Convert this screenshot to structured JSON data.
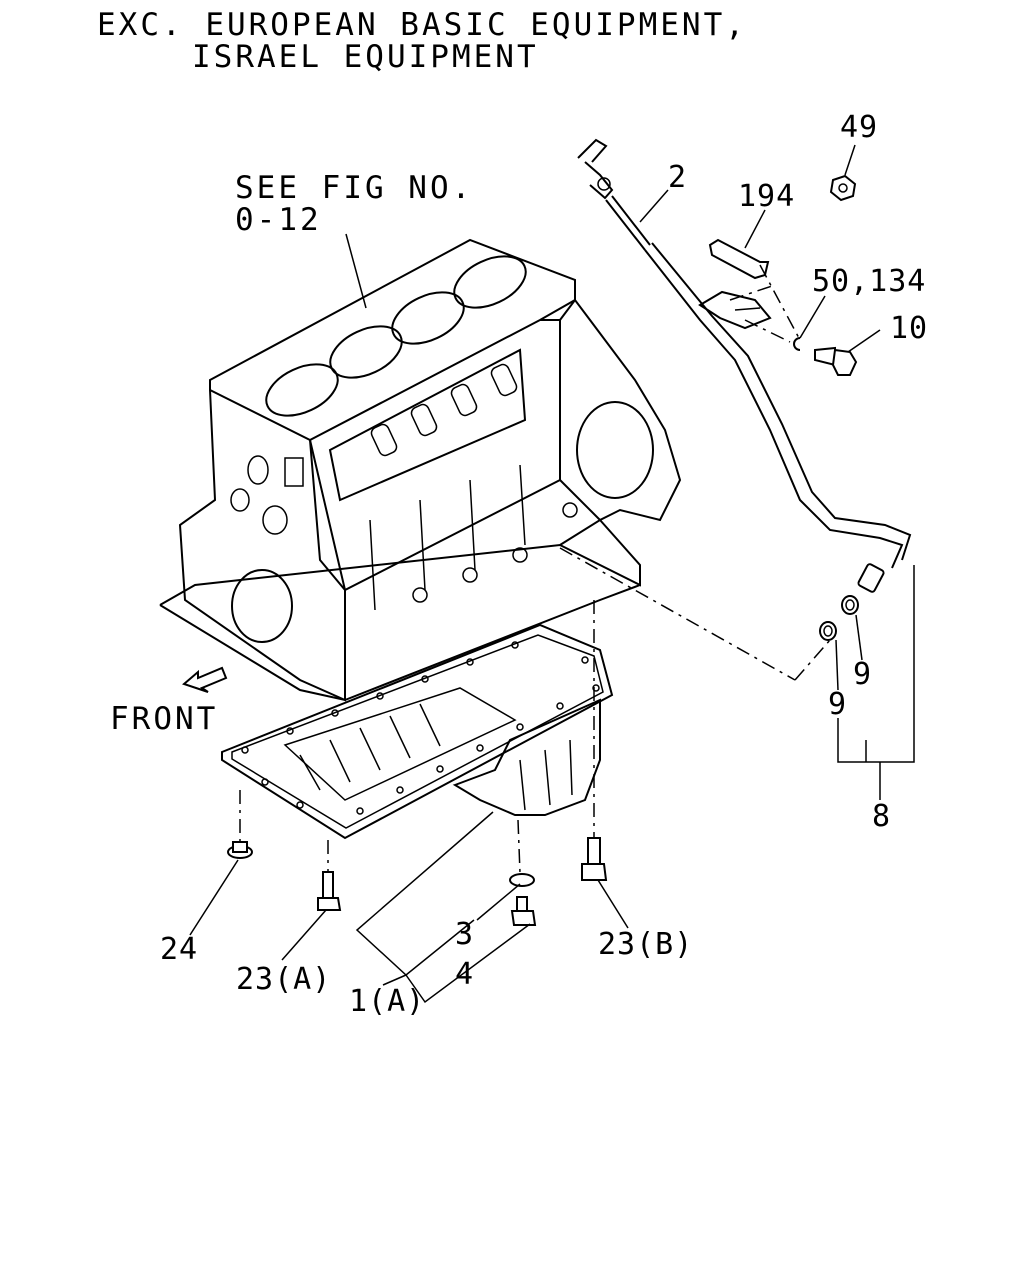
{
  "header": {
    "line1": "EXC. EUROPEAN BASIC EQUIPMENT,",
    "line2": "ISRAEL EQUIPMENT"
  },
  "reference": {
    "line1": "SEE FIG NO.",
    "line2": "0-12"
  },
  "direction_label": "FRONT",
  "callouts": {
    "c49": "49",
    "c2": "2",
    "c194": "194",
    "c50_134": "50,134",
    "c10": "10",
    "c9a": "9",
    "c9b": "9",
    "c8": "8",
    "c24": "24",
    "c23a": "23(A)",
    "c3": "3",
    "c4": "4",
    "c1a": "1(A)",
    "c23b": "23(B)"
  }
}
